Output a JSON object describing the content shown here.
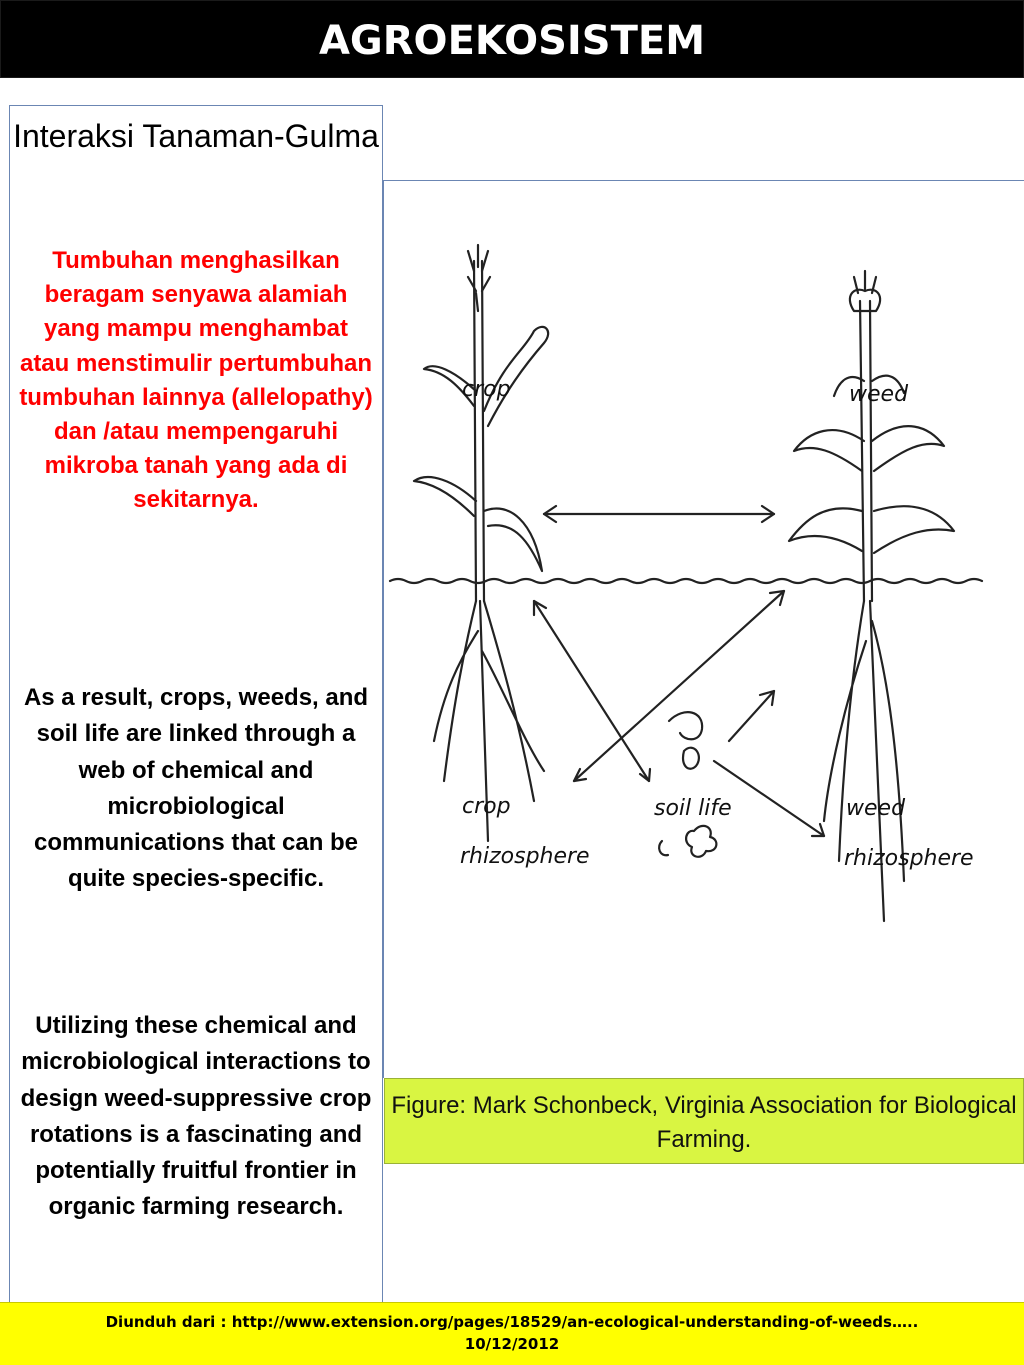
{
  "slide": {
    "title": "AGROEKOSISTEM",
    "heading": "Interaksi Tanaman-Gulma",
    "red_paragraph": "Tumbuhan menghasilkan beragam senyawa alamiah yang mampu menghambat atau menstimulir pertumbuhan tumbuhan lainnya (allelopathy) dan /atau mempengaruhi mikroba tanah yang ada di sekitarnya.",
    "paragraph_1": "As a result, crops, weeds, and soil life are linked through a web of chemical and microbiological communications that can be quite species-specific.",
    "paragraph_2": "Utilizing these chemical and microbiological interactions to design weed-suppressive crop rotations is a fascinating and potentially fruitful frontier in organic farming research.",
    "caption": "Figure: Mark Schonbeck, Virginia Association for Biological Farming.",
    "footer_line_1": "Diunduh dari : http://www.extension.org/pages/18529/an-ecological-understanding-of-weeds…..",
    "footer_line_2": "10/12/2012"
  },
  "figure": {
    "labels": {
      "crop": "crop",
      "weed": "weed",
      "crop_rhizosphere_1": "crop",
      "crop_rhizosphere_2": "rhizosphere",
      "soil_life": "soil life",
      "weed_rhizosphere_1": "weed",
      "weed_rhizosphere_2": "rhizosphere"
    }
  },
  "colors": {
    "title_bg": "#000000",
    "red_text": "#ff0000",
    "caption_bg": "#d9f542",
    "footer_bg": "#ffff00",
    "frame_border": "#6b86b3"
  }
}
